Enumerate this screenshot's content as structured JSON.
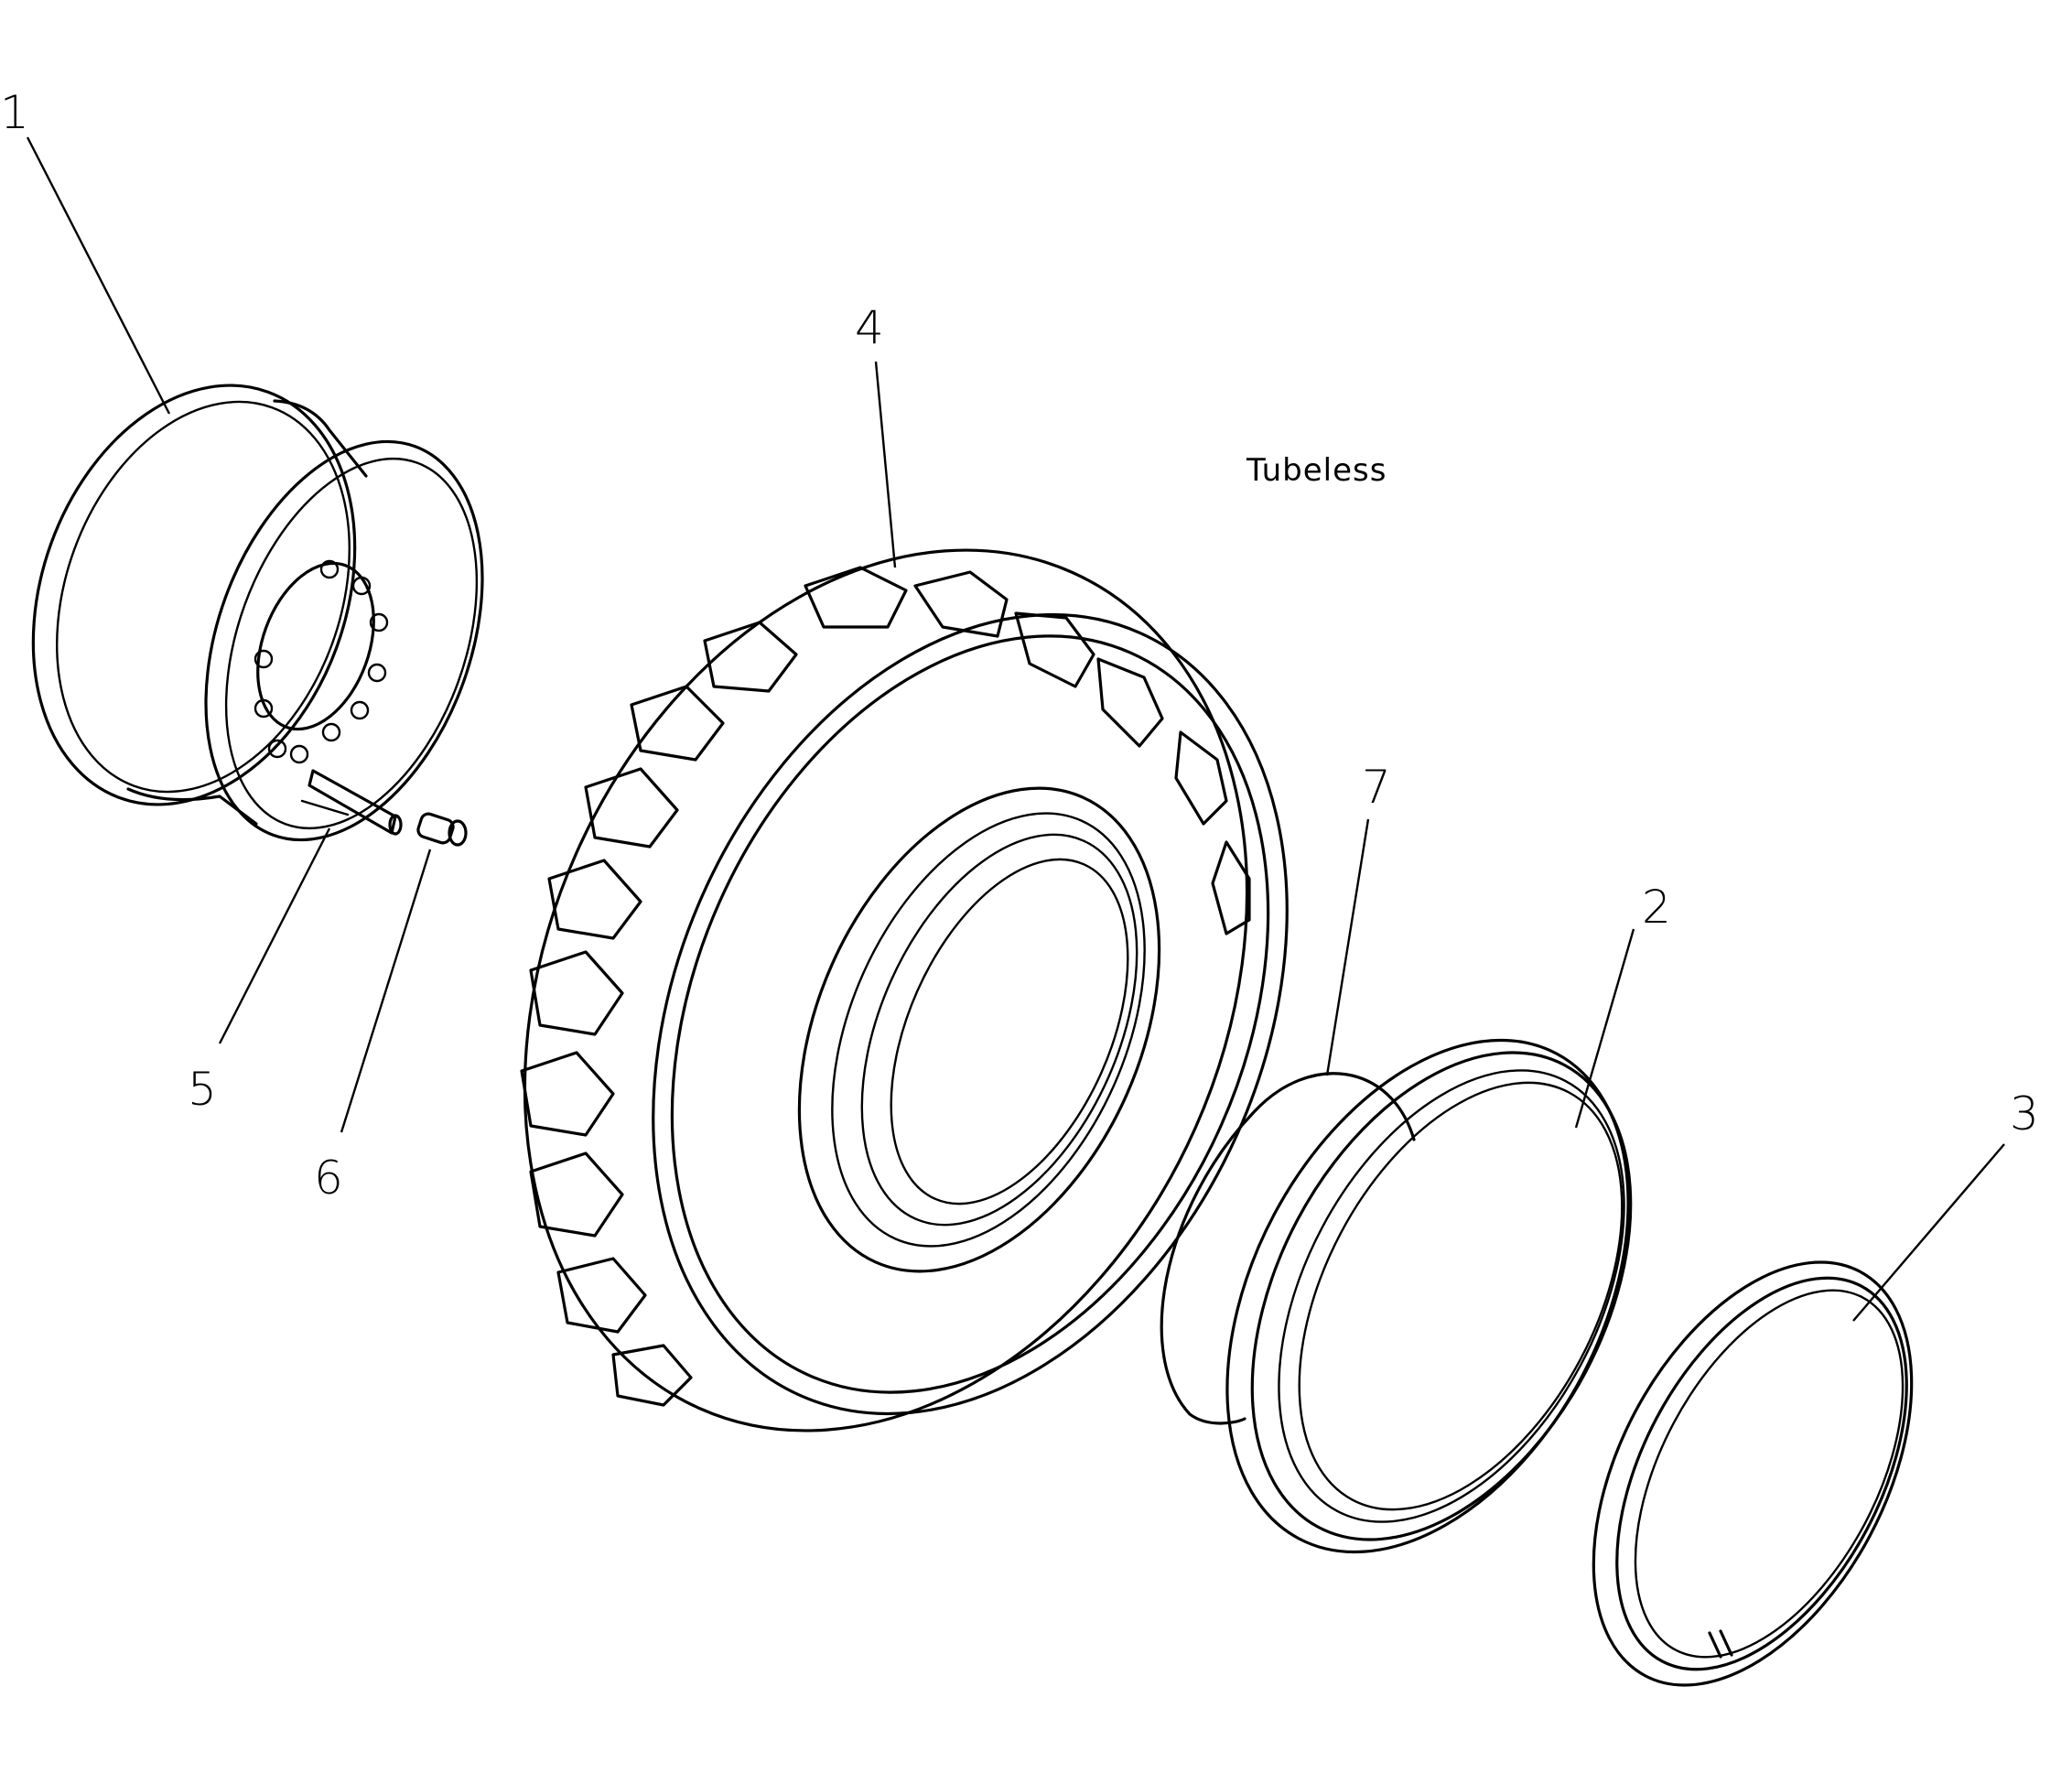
{
  "note": {
    "text": "Tubeless"
  },
  "callouts": [
    {
      "id": "rim",
      "label": "1"
    },
    {
      "id": "flange-ring",
      "label": "2"
    },
    {
      "id": "lock-ring",
      "label": "3"
    },
    {
      "id": "tire",
      "label": "4"
    },
    {
      "id": "valve-stem",
      "label": "5"
    },
    {
      "id": "valve-cap",
      "label": "6"
    },
    {
      "id": "o-ring",
      "label": "7"
    }
  ]
}
